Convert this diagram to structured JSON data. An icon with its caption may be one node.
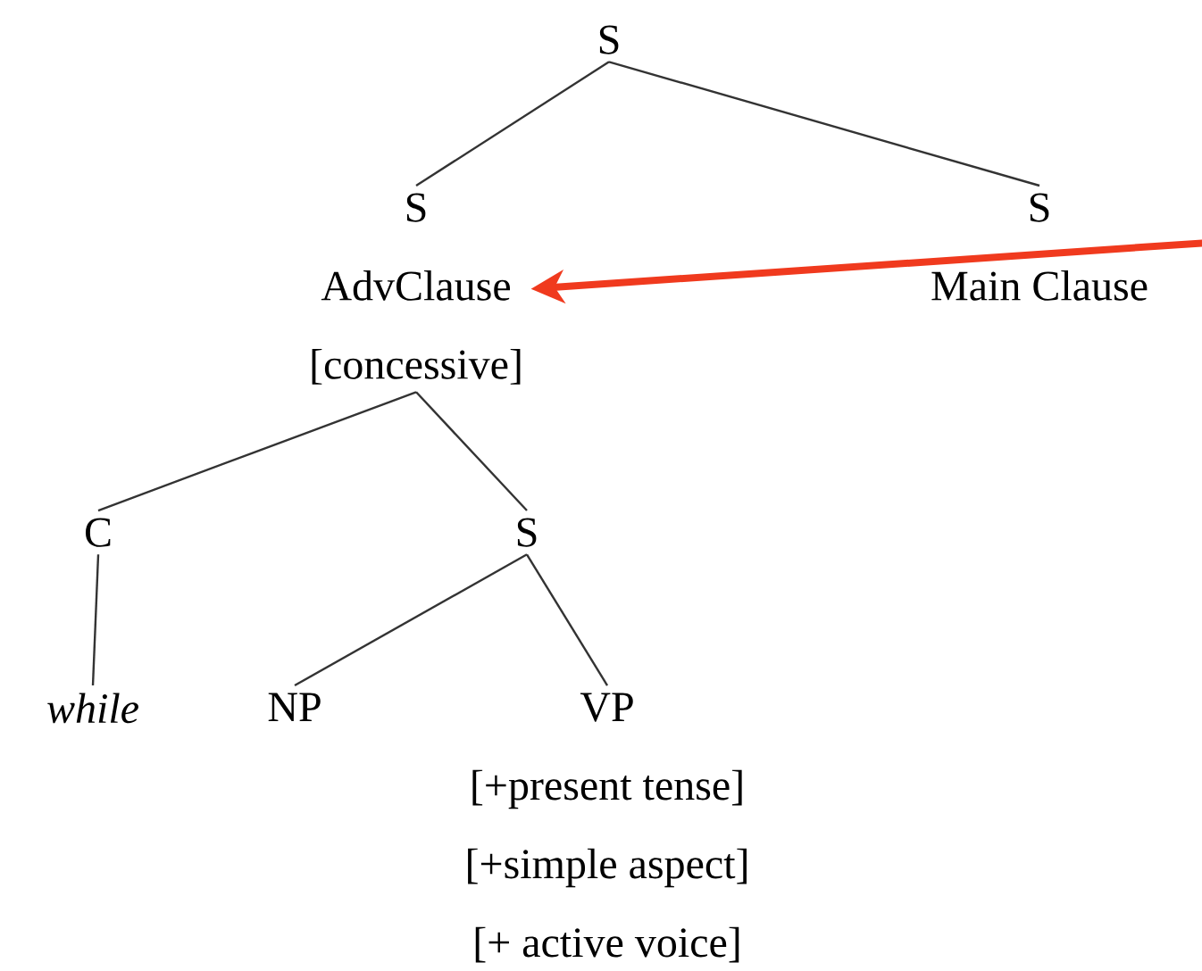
{
  "diagram": {
    "nodes": [
      {
        "text": [
          "S"
        ]
      },
      {
        "text": [
          "S",
          "AdvClause",
          "[concessive]"
        ]
      },
      {
        "text": [
          "S",
          "Main Clause"
        ]
      },
      {
        "text": [
          "C"
        ]
      },
      {
        "text": [
          "S"
        ]
      },
      {
        "text": [
          "*while*"
        ]
      },
      {
        "text": [
          "NP"
        ]
      },
      {
        "text": [
          "VP",
          "[+present tense]",
          "[+simple aspect]",
          "[+ active voice]"
        ]
      }
    ],
    "edges": [
      {
        "from": 0,
        "to": 1,
        "arrow": "none"
      },
      {
        "from": 0,
        "to": 2,
        "arrow": "none"
      },
      {
        "from": 1,
        "to": 3,
        "arrow": "none"
      },
      {
        "from": 1,
        "to": 4,
        "arrow": "none"
      },
      {
        "from": 3,
        "to": 5,
        "arrow": "none"
      },
      {
        "from": 4,
        "to": 6,
        "arrow": "none"
      },
      {
        "from": 4,
        "to": 7,
        "arrow": "none"
      },
      {
        "from": null,
        "to": 1,
        "arrow": "to",
        "style": "thick",
        "color": "#f03a1e"
      }
    ]
  }
}
